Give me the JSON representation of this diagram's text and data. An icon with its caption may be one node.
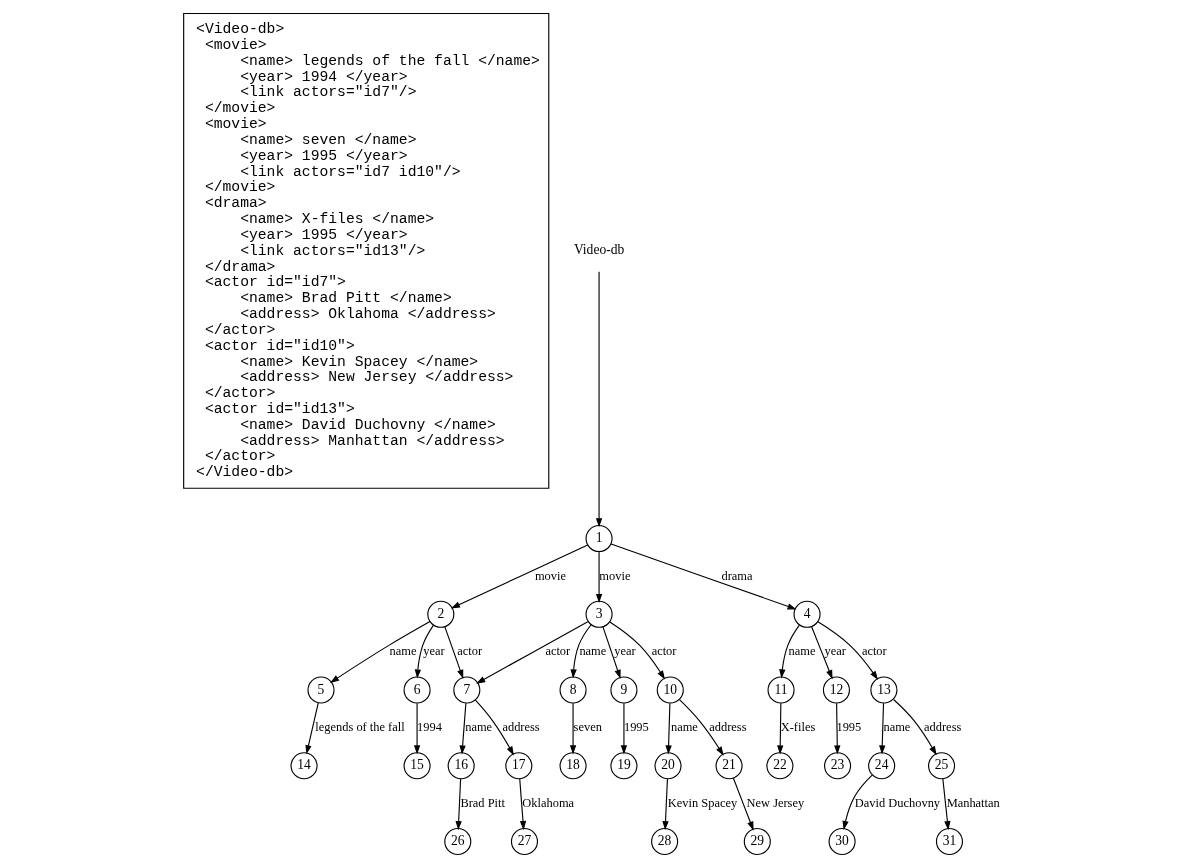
{
  "diagram": {
    "nodes": [
      {
        "text": [
          "<Video-db>",
          "  <movie>",
          "      <name> legends of the fall </name>",
          "      <year> 1994 </year>",
          "      <link actors=\"id7\"/>",
          "  </movie>",
          "  <movie>",
          "      <name> seven </name>",
          "      <year> 1995 </year>",
          "      <link actors=\"id7 id10\"/>",
          "  </movie>",
          "  <drama>",
          "      <name> X-files </name>",
          "      <year> 1995 </year>",
          "      <link actors=\"id13\"/>",
          "  </drama>",
          "  <actor id=\"id7\">",
          "      <name> Brad Pitt </name>",
          "      <address> Oklahoma </address>",
          "  </actor>",
          "  <actor id=\"id10\">",
          "      <name> Kevin Spacey </name>",
          "      <address> New Jersey </address>",
          "  </actor>",
          "  <actor id=\"id13\">",
          "      <name> David Duchovny </name>",
          "      <address> Manhattan </address>",
          "  </actor>",
          "</Video-db>"
        ]
      },
      {
        "text": [
          "Video-db"
        ]
      },
      {
        "text": [
          "1"
        ]
      },
      {
        "text": [
          "2"
        ]
      },
      {
        "text": [
          "3"
        ]
      },
      {
        "text": [
          "4"
        ]
      },
      {
        "text": [
          "5"
        ]
      },
      {
        "text": [
          "6"
        ]
      },
      {
        "text": [
          "7"
        ]
      },
      {
        "text": [
          "8"
        ]
      },
      {
        "text": [
          "9"
        ]
      },
      {
        "text": [
          "10"
        ]
      },
      {
        "text": [
          "11"
        ]
      },
      {
        "text": [
          "12"
        ]
      },
      {
        "text": [
          "13"
        ]
      },
      {
        "text": [
          "14"
        ]
      },
      {
        "text": [
          "15"
        ]
      },
      {
        "text": [
          "16"
        ]
      },
      {
        "text": [
          "17"
        ]
      },
      {
        "text": [
          "18"
        ]
      },
      {
        "text": [
          "19"
        ]
      },
      {
        "text": [
          "20"
        ]
      },
      {
        "text": [
          "21"
        ]
      },
      {
        "text": [
          "22"
        ]
      },
      {
        "text": [
          "23"
        ]
      },
      {
        "text": [
          "24"
        ]
      },
      {
        "text": [
          "25"
        ]
      },
      {
        "text": [
          "26"
        ]
      },
      {
        "text": [
          "27"
        ]
      },
      {
        "text": [
          "28"
        ]
      },
      {
        "text": [
          "29"
        ]
      },
      {
        "text": [
          "30"
        ]
      },
      {
        "text": [
          "31"
        ]
      }
    ],
    "edges": [
      {
        "from": 1,
        "to": 2,
        "arrow": "to"
      },
      {
        "from": 2,
        "to": 3,
        "arrow": "to",
        "label": "movie"
      },
      {
        "from": 2,
        "to": 4,
        "arrow": "to",
        "label": "movie"
      },
      {
        "from": 2,
        "to": 5,
        "arrow": "to",
        "label": "drama"
      },
      {
        "from": 3,
        "to": 6,
        "arrow": "to",
        "label": "name"
      },
      {
        "from": 3,
        "to": 7,
        "arrow": "to",
        "label": "year"
      },
      {
        "from": 3,
        "to": 8,
        "arrow": "to",
        "label": "actor"
      },
      {
        "from": 4,
        "to": 8,
        "arrow": "to",
        "label": "actor"
      },
      {
        "from": 4,
        "to": 9,
        "arrow": "to",
        "label": "name"
      },
      {
        "from": 4,
        "to": 10,
        "arrow": "to",
        "label": "year"
      },
      {
        "from": 4,
        "to": 11,
        "arrow": "to",
        "label": "actor"
      },
      {
        "from": 5,
        "to": 12,
        "arrow": "to",
        "label": "name"
      },
      {
        "from": 5,
        "to": 13,
        "arrow": "to",
        "label": "year"
      },
      {
        "from": 5,
        "to": 14,
        "arrow": "to",
        "label": "actor"
      },
      {
        "from": 6,
        "to": 15,
        "arrow": "to",
        "label": "legends of the fall"
      },
      {
        "from": 7,
        "to": 16,
        "arrow": "to",
        "label": "1994"
      },
      {
        "from": 8,
        "to": 17,
        "arrow": "to",
        "label": "name"
      },
      {
        "from": 8,
        "to": 18,
        "arrow": "to",
        "label": "address"
      },
      {
        "from": 9,
        "to": 19,
        "arrow": "to",
        "label": "seven"
      },
      {
        "from": 10,
        "to": 20,
        "arrow": "to",
        "label": "1995"
      },
      {
        "from": 11,
        "to": 21,
        "arrow": "to",
        "label": "name"
      },
      {
        "from": 11,
        "to": 22,
        "arrow": "to",
        "label": "address"
      },
      {
        "from": 12,
        "to": 23,
        "arrow": "to",
        "label": "X-files"
      },
      {
        "from": 13,
        "to": 24,
        "arrow": "to",
        "label": "1995"
      },
      {
        "from": 14,
        "to": 25,
        "arrow": "to",
        "label": "name"
      },
      {
        "from": 14,
        "to": 26,
        "arrow": "to",
        "label": "address"
      },
      {
        "from": 17,
        "to": 27,
        "arrow": "to",
        "label": "Brad Pitt"
      },
      {
        "from": 18,
        "to": 28,
        "arrow": "to",
        "label": "Oklahoma"
      },
      {
        "from": 21,
        "to": 29,
        "arrow": "to",
        "label": "Kevin Spacey"
      },
      {
        "from": 22,
        "to": 30,
        "arrow": "to",
        "label": "New Jersey"
      },
      {
        "from": 25,
        "to": 31,
        "arrow": "to",
        "label": "David Duchovny"
      },
      {
        "from": 26,
        "to": 32,
        "arrow": "to",
        "label": "Manhattan"
      }
    ]
  }
}
